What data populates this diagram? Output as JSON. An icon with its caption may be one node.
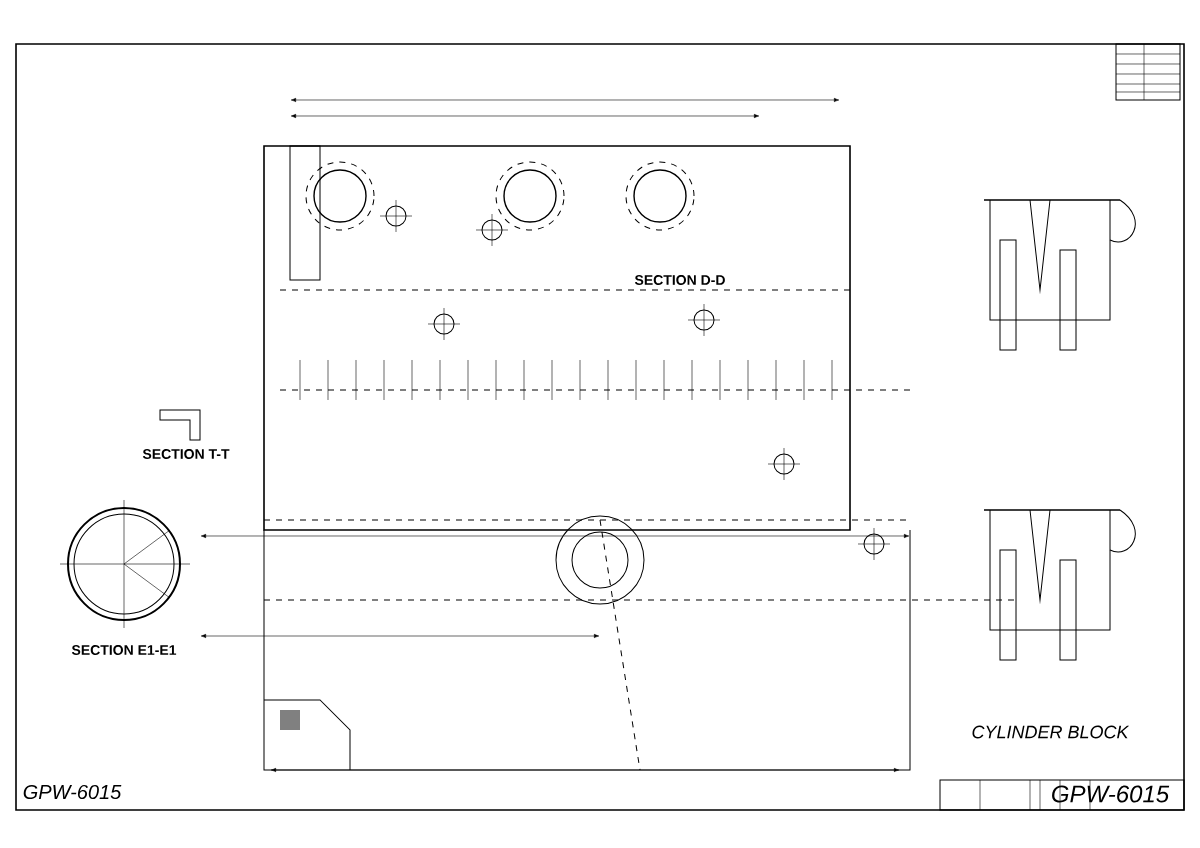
{
  "diagram": {
    "title": "CYLINDER BLOCK",
    "labels": [
      "SECTION D-D",
      "SECTION T-T",
      "SECTION E1-E1",
      "GPW-6015",
      "GPW-6015"
    ]
  }
}
